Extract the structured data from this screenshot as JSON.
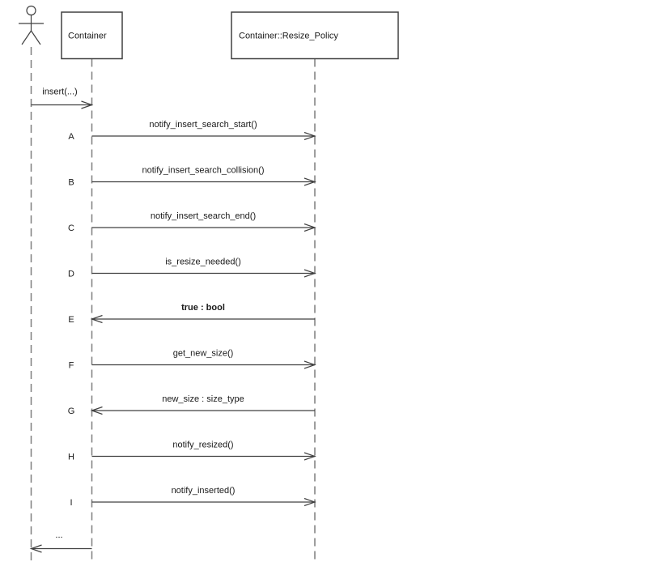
{
  "diagram": {
    "type": "uml-sequence-diagram",
    "participants": [
      {
        "label": "Container"
      },
      {
        "label": "Container::Resize_Policy"
      }
    ],
    "messages": [
      {
        "id": "",
        "label": "insert(...)",
        "from": "actor",
        "to": "Container",
        "direction": "right"
      },
      {
        "id": "A",
        "label": "notify_insert_search_start()",
        "from": "Container",
        "to": "Container::Resize_Policy",
        "direction": "right"
      },
      {
        "id": "B",
        "label": "notify_insert_search_collision()",
        "from": "Container",
        "to": "Container::Resize_Policy",
        "direction": "right"
      },
      {
        "id": "C",
        "label": "notify_insert_search_end()",
        "from": "Container",
        "to": "Container::Resize_Policy",
        "direction": "right"
      },
      {
        "id": "D",
        "label": "is_resize_needed()",
        "from": "Container",
        "to": "Container::Resize_Policy",
        "direction": "right"
      },
      {
        "id": "E",
        "label": "true : bool",
        "from": "Container::Resize_Policy",
        "to": "Container",
        "direction": "left",
        "emphasis": "bold"
      },
      {
        "id": "F",
        "label": "get_new_size()",
        "from": "Container",
        "to": "Container::Resize_Policy",
        "direction": "right"
      },
      {
        "id": "G",
        "label": "new_size : size_type",
        "from": "Container::Resize_Policy",
        "to": "Container",
        "direction": "left"
      },
      {
        "id": "H",
        "label": "notify_resized()",
        "from": "Container",
        "to": "Container::Resize_Policy",
        "direction": "right"
      },
      {
        "id": "I",
        "label": "notify_inserted()",
        "from": "Container",
        "to": "Container::Resize_Policy",
        "direction": "right"
      },
      {
        "id": "",
        "label": "...",
        "from": "Container",
        "to": "actor",
        "direction": "left"
      }
    ],
    "colors": {
      "message_line": "#404040",
      "lifeline": "#7f7f7f",
      "text": "#1a1a1a",
      "background": "#ffffff"
    }
  }
}
